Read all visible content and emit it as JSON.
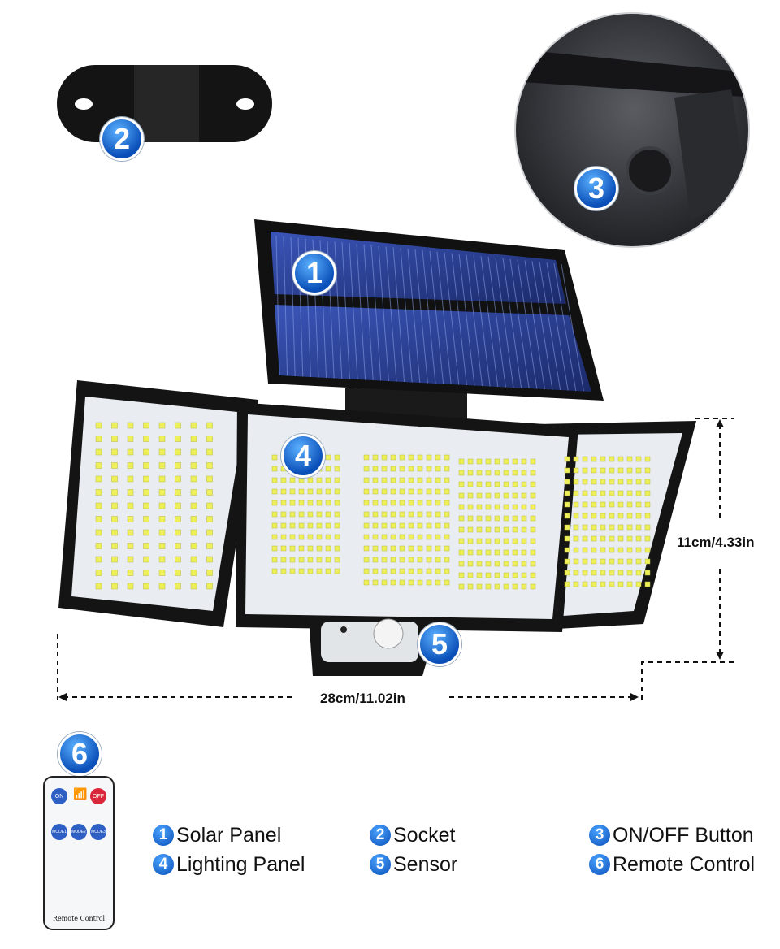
{
  "callouts": [
    "1",
    "2",
    "3",
    "4",
    "5",
    "6"
  ],
  "dimensions": {
    "width": "28cm/11.02in",
    "height": "11cm/4.33in"
  },
  "remote": {
    "on": "ON",
    "off": "OFF",
    "modes": [
      "MODE1",
      "MODE2",
      "MODE3"
    ],
    "label": "Remote Control"
  },
  "legend": [
    {
      "num": "1",
      "label": "Solar Panel"
    },
    {
      "num": "2",
      "label": "Socket"
    },
    {
      "num": "3",
      "label": "ON/OFF Button"
    },
    {
      "num": "4",
      "label": "Lighting Panel"
    },
    {
      "num": "5",
      "label": "Sensor"
    },
    {
      "num": "6",
      "label": "Remote Control"
    }
  ],
  "colors": {
    "badge": "#0a4fb8",
    "solar": "#2a3f8f",
    "led": "#f2f25a",
    "off_button": "#d9263a"
  }
}
